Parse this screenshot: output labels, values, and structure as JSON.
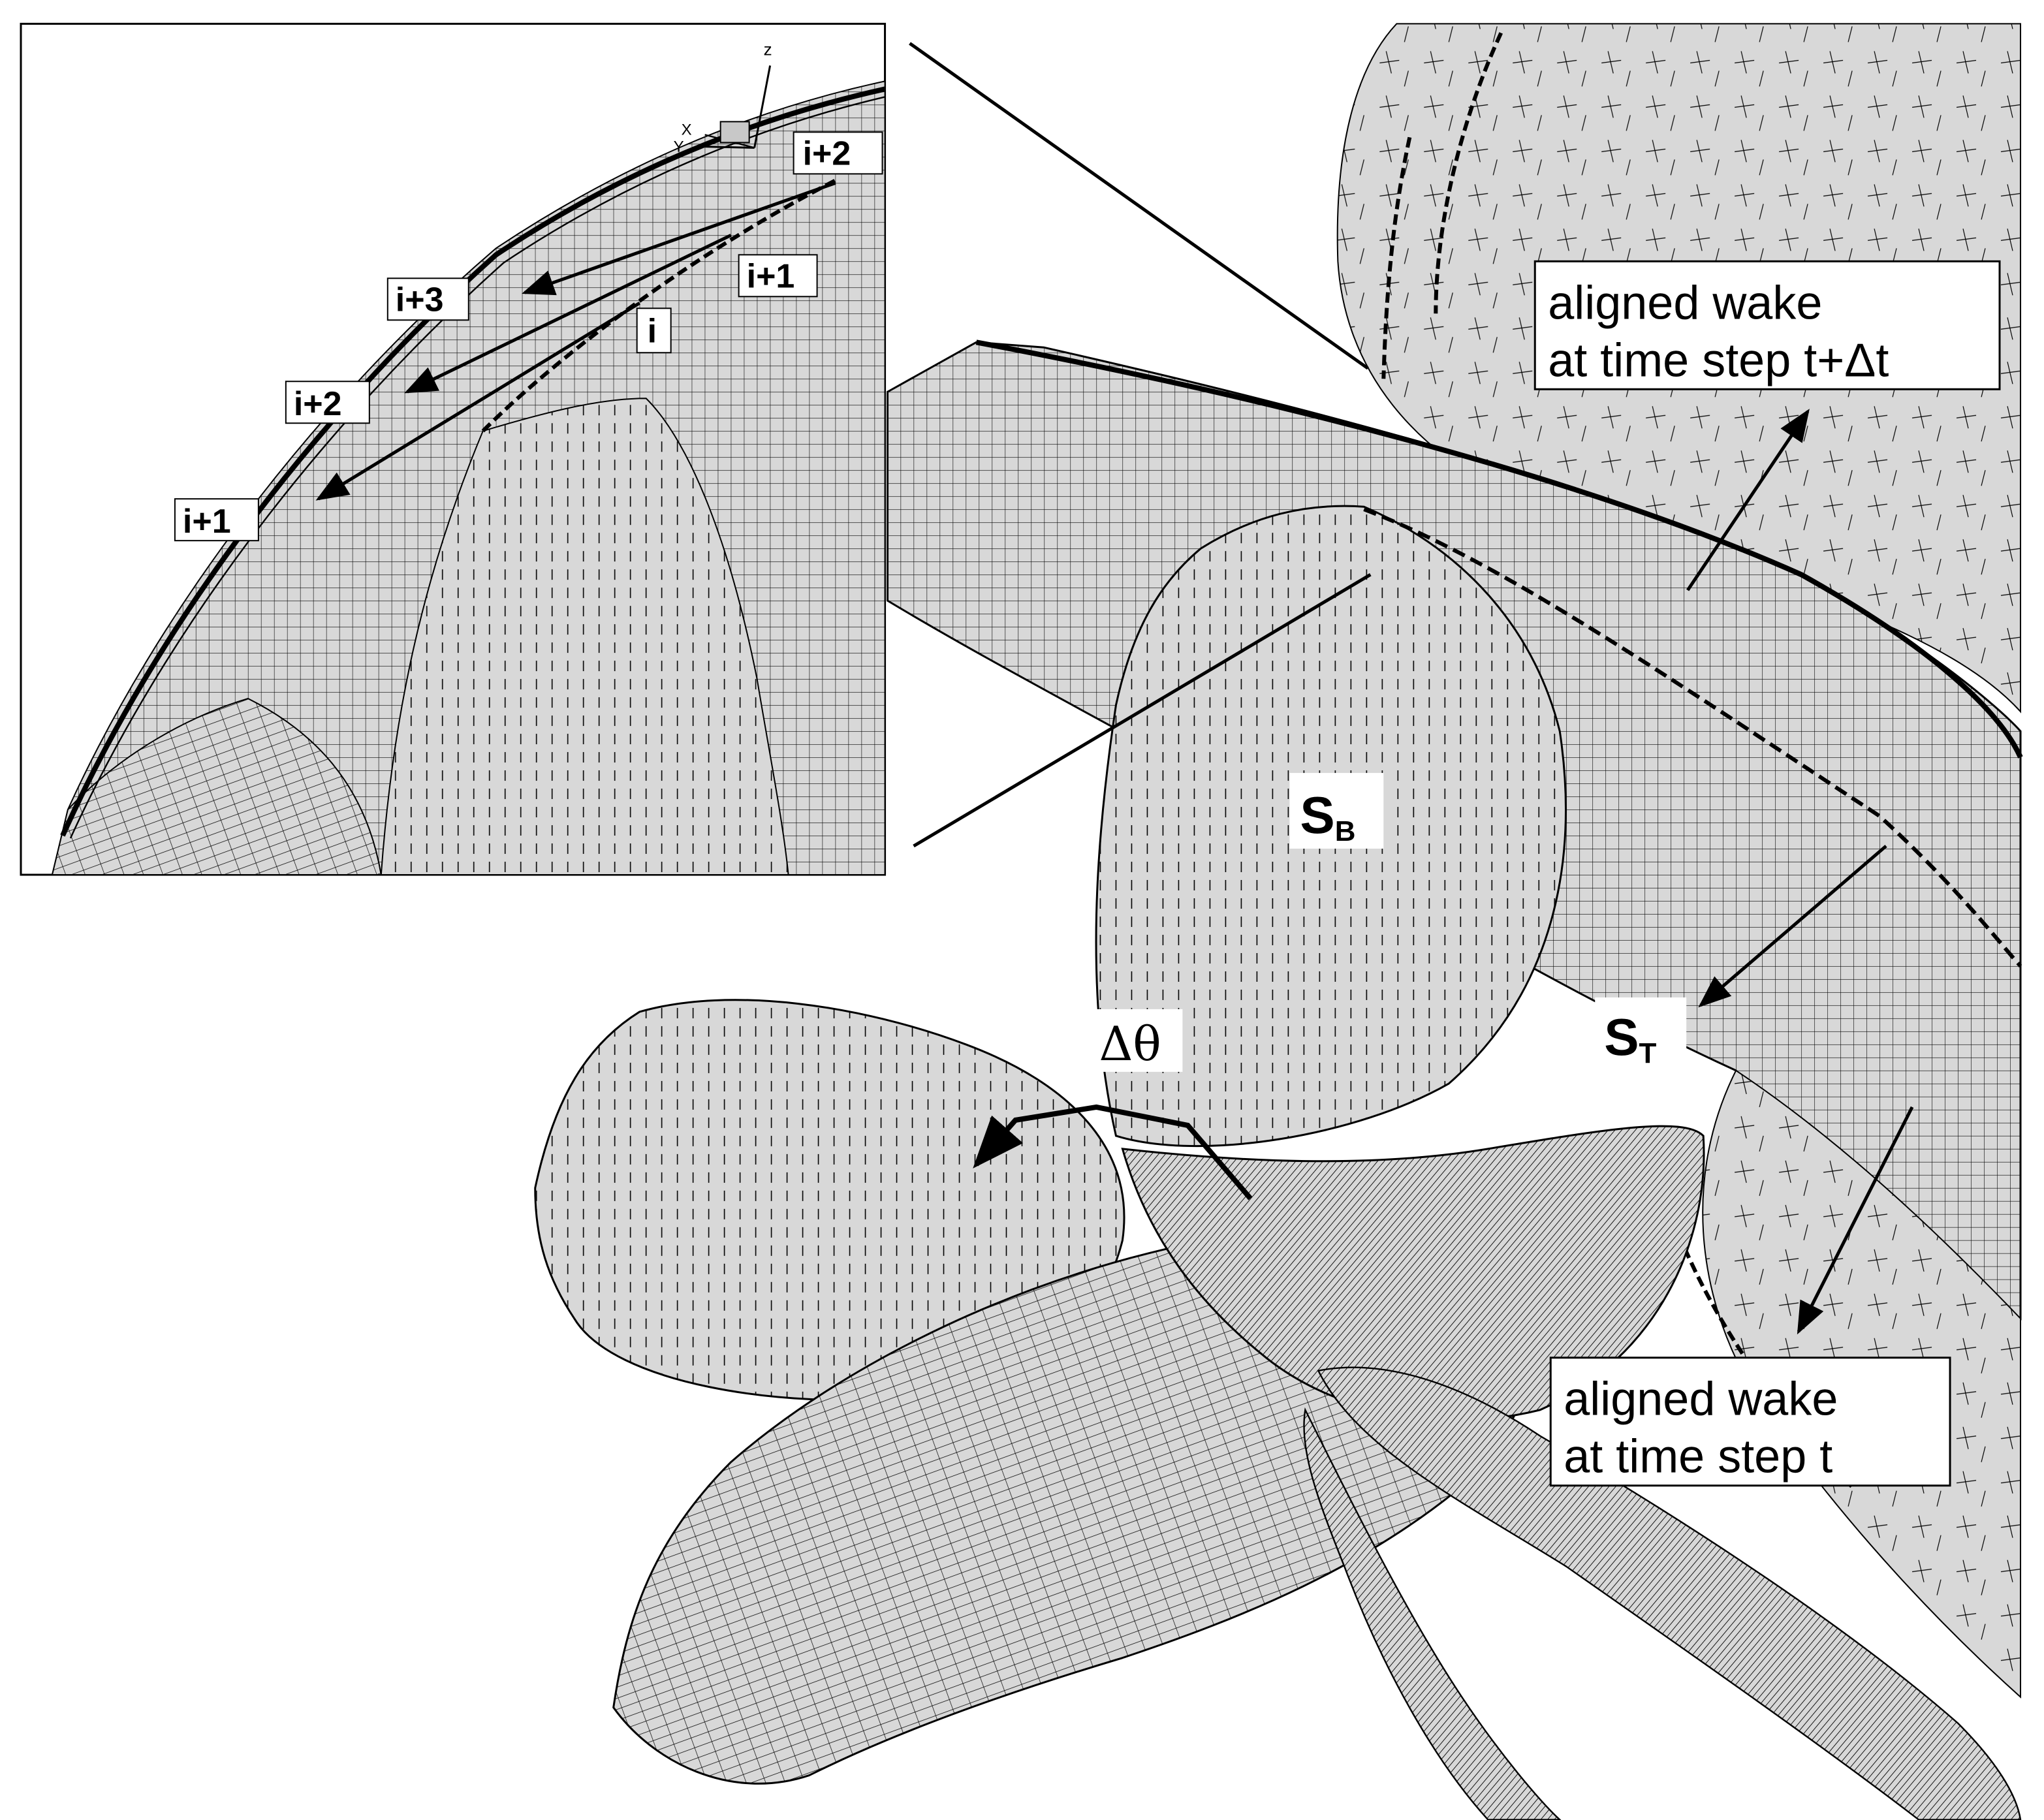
{
  "inset": {
    "axes": {
      "z": "z",
      "x": "X",
      "y": "Y"
    },
    "labels": {
      "i2_top": "i+2",
      "i1_right": "i+1",
      "i_center": "i",
      "i3_left": "i+3",
      "i2_left": "i+2",
      "i1_left": "i+1"
    }
  },
  "main": {
    "label_sb_main": "S",
    "label_sb_sub": "B",
    "label_st_main": "S",
    "label_st_sub": "T",
    "label_dtheta": "Δθ",
    "callout_top_line1": "aligned wake",
    "callout_top_line2": "at time step t+Δt",
    "callout_bottom_line1": "aligned wake",
    "callout_bottom_line2": "at time step t"
  },
  "colors": {
    "surface": "#d8d8d8",
    "mesh": "#000000",
    "background": "#ffffff"
  }
}
